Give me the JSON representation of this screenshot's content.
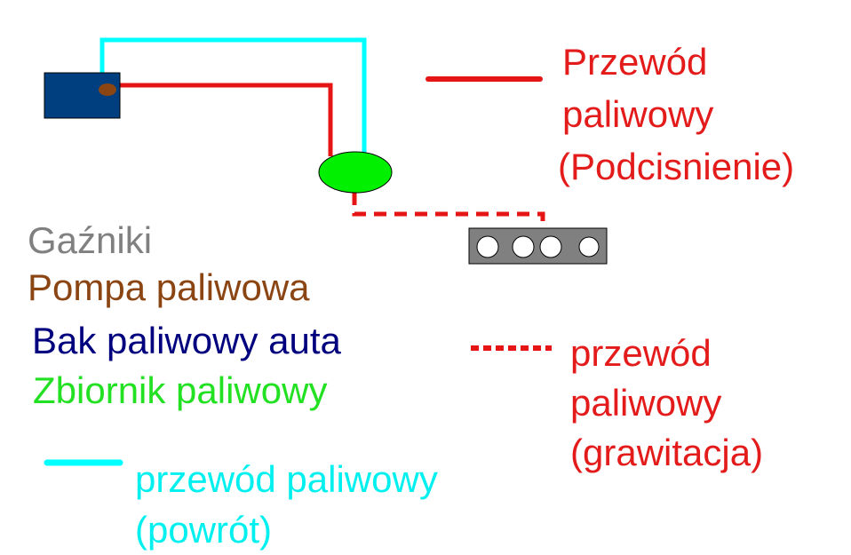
{
  "diagram": {
    "title": "Schemat układu paliwowego",
    "components": {
      "carburetors": {
        "label": "Gaźniki",
        "color": "#808080",
        "port_count": 4
      },
      "fuel_pump": {
        "label": "Pompa paliwowa",
        "color": "#8B4513"
      },
      "car_tank": {
        "label": "Bak paliwowy auta",
        "color": "#00007f",
        "fill": "#003f7f"
      },
      "fuel_reservoir": {
        "label": "Zbiornik paliwowy",
        "color": "#22e022",
        "fill": "#00ff00"
      }
    },
    "lines": {
      "vacuum": {
        "lines": [
          "Przewód",
          "paliwowy",
          "(Podcisnienie)"
        ],
        "color": "#e31b1b",
        "style": "solid"
      },
      "gravity": {
        "lines": [
          "przewód",
          "paliwowy",
          "(grawitacja)"
        ],
        "color": "#e31b1b",
        "style": "dashed"
      },
      "return": {
        "lines": [
          "przewód paliwowy",
          "(powrót)"
        ],
        "color": "#00ffff",
        "style": "solid"
      }
    }
  }
}
